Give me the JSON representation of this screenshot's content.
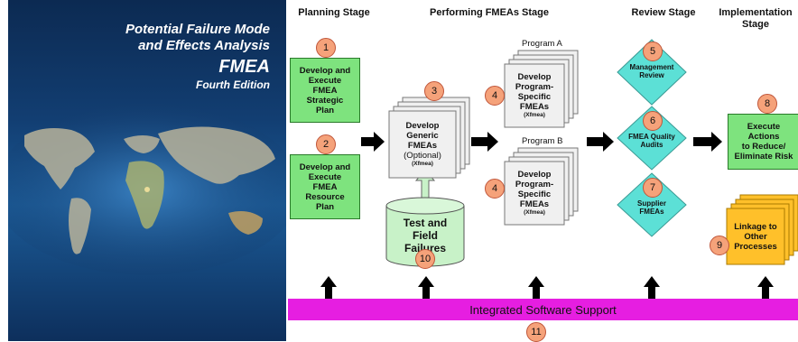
{
  "cover": {
    "title_line1": "Potential Failure Mode",
    "title_line2": "and Effects Analysis",
    "acronym": "FMEA",
    "edition": "Fourth Edition",
    "background_color": "#123e72"
  },
  "stages": {
    "planning": "Planning Stage",
    "performing": "Performing FMEAs Stage",
    "review": "Review Stage",
    "implementation_line1": "Implementation",
    "implementation_line2": "Stage"
  },
  "steps": {
    "s1": {
      "num": "1",
      "lines": [
        "Develop and",
        "Execute",
        "FMEA",
        "Strategic",
        "Plan"
      ]
    },
    "s2": {
      "num": "2",
      "lines": [
        "Develop and",
        "Execute",
        "FMEA",
        "Resource",
        "Plan"
      ]
    },
    "s3": {
      "num": "3",
      "lines": [
        "Develop",
        "Generic",
        "FMEAs",
        "(Optional)"
      ],
      "tool": "(Xfmea)"
    },
    "s4a": {
      "num": "4",
      "program": "Program A",
      "lines": [
        "Develop",
        "Program-",
        "Specific",
        "FMEAs"
      ],
      "tool": "(Xfmea)"
    },
    "s4b": {
      "num": "4",
      "program": "Program B",
      "lines": [
        "Develop",
        "Program-",
        "Specific",
        "FMEAs"
      ],
      "tool": "(Xfmea)"
    },
    "s5": {
      "num": "5",
      "lines": [
        "Management",
        "Review"
      ]
    },
    "s6": {
      "num": "6",
      "lines": [
        "FMEA Quality",
        "Audits"
      ]
    },
    "s7": {
      "num": "7",
      "lines": [
        "Supplier",
        "FMEAs"
      ]
    },
    "s8": {
      "num": "8",
      "lines": [
        "Execute",
        "Actions",
        "to Reduce/",
        "Eliminate Risk"
      ]
    },
    "s9": {
      "num": "9",
      "lines": [
        "Linkage to",
        "Other",
        "Processes"
      ]
    },
    "s10": {
      "num": "10",
      "lines": [
        "Test and",
        "Field",
        "Failures"
      ]
    },
    "s11": {
      "num": "11",
      "label": "Integrated Software Support"
    }
  },
  "colors": {
    "green": "#7ee37e",
    "cyan": "#5ce0d6",
    "orange": "#f5a27a",
    "yellow": "#ffc02a",
    "magenta": "#e61ee1",
    "cylinder": "#c8f2c8"
  }
}
